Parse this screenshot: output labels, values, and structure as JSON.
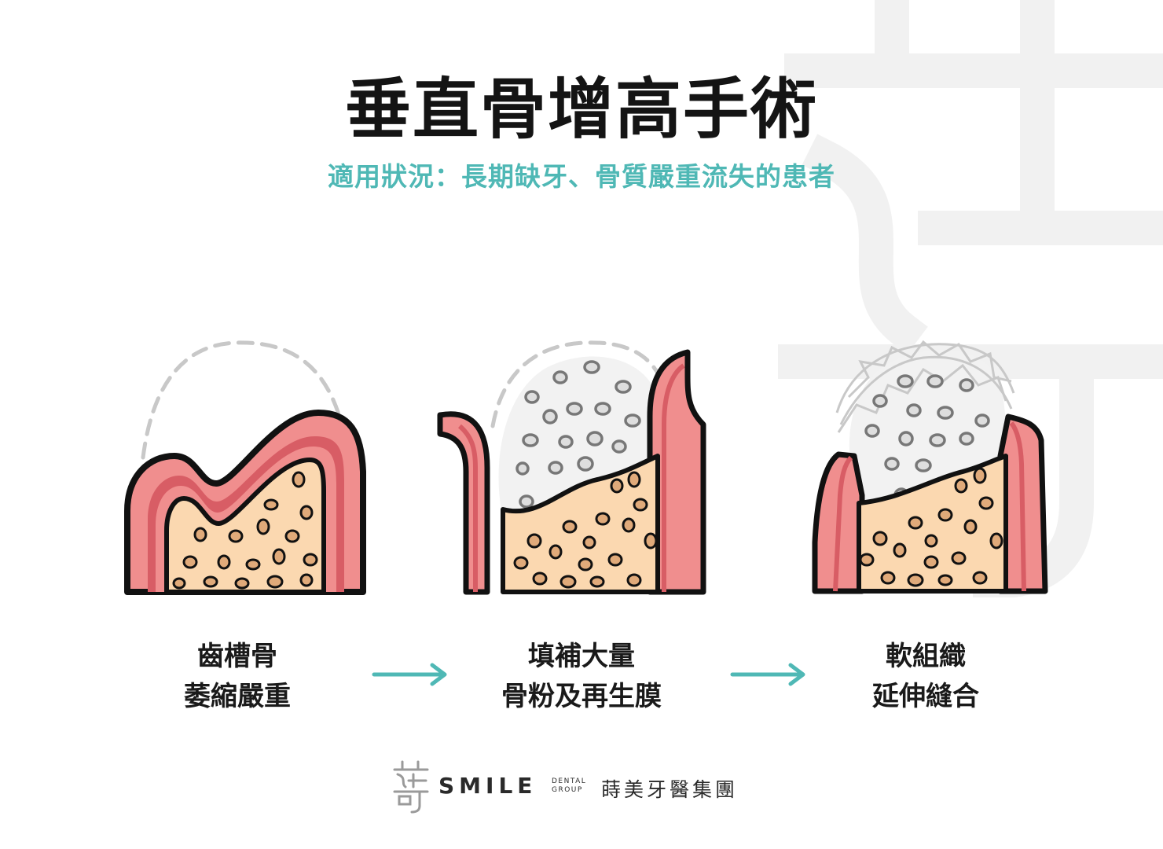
{
  "title": "垂直骨增高手術",
  "subtitle": "適用狀況：長期缺牙、骨質嚴重流失的患者",
  "stages": [
    {
      "line1": "齒槽骨",
      "line2": "萎縮嚴重"
    },
    {
      "line1": "填補大量",
      "line2": "骨粉及再生膜"
    },
    {
      "line1": "軟組織",
      "line2": "延伸縫合"
    }
  ],
  "footer": {
    "brand": "SMILE",
    "dental_line1": "DENTAL",
    "dental_line2": "GROUP",
    "brand_cn": "蒔美牙醫集團"
  },
  "colors": {
    "accent": "#4fb8b5",
    "gum": "#f08e8e",
    "gum_dark": "#d85d65",
    "bone": "#fbd8b0",
    "bone_dot": "#c48a58",
    "graft": "#f2f2f2",
    "graft_dot": "#8c8c8c"
  }
}
